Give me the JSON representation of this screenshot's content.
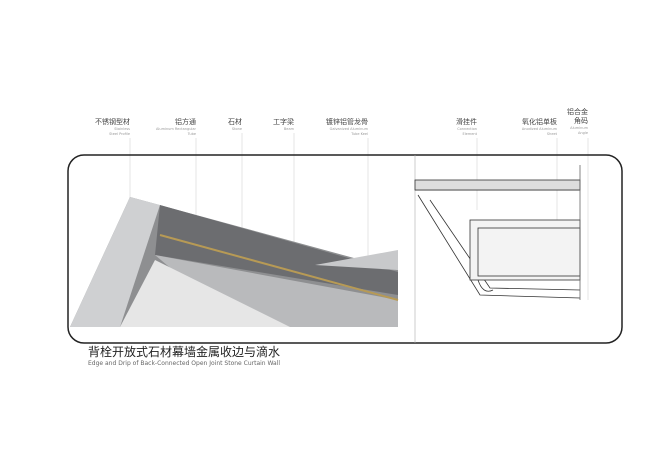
{
  "labels": [
    {
      "zh": "不锈钢型材",
      "en": "Stainless Steel Profile"
    },
    {
      "zh": "铝方通",
      "en": "Aluminum Rectangular Tube"
    },
    {
      "zh": "石材",
      "en": "Stone"
    },
    {
      "zh": "工字梁",
      "en": "Beam"
    },
    {
      "zh": "镀锌铝管龙骨",
      "en": "Galvanized Aluminum Tube Keel"
    },
    {
      "zh": "滑挂件",
      "en": "Connection Element"
    },
    {
      "zh": "氧化铝单板",
      "en": "Anodized Aluminum Sheet"
    },
    {
      "zh": "铝合金角码",
      "en": "Aluminum Angle"
    }
  ],
  "title": {
    "zh": "背栓开放式石材幕墙金属收边与滴水",
    "en": "Edge and  Drip of Back-Connected Open Joint Stone Curtain Wall"
  }
}
